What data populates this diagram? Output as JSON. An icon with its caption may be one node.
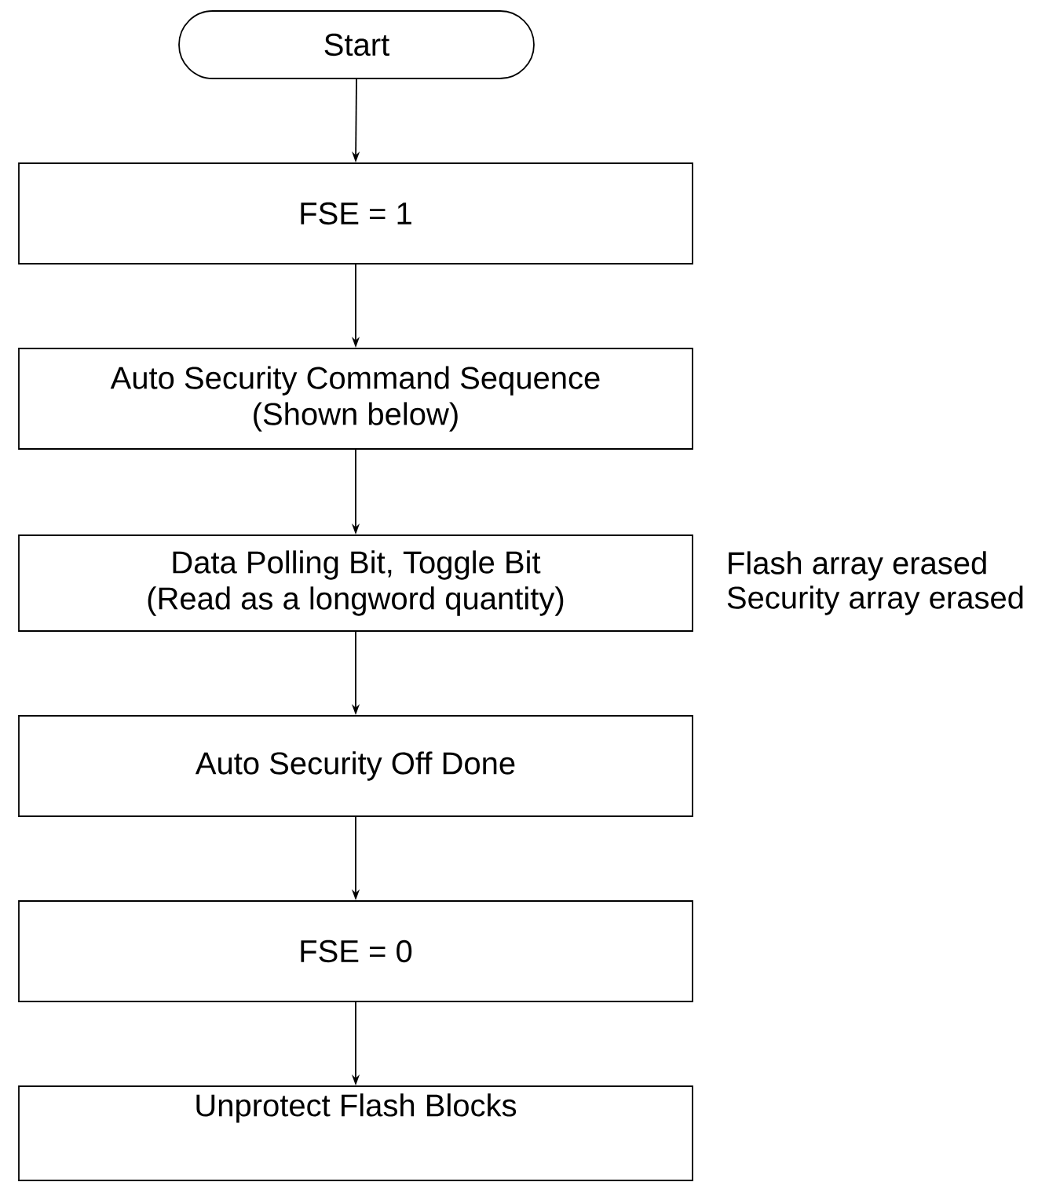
{
  "diagram": {
    "nodes": [
      {
        "text": [
          "Start"
        ]
      },
      {
        "text": [
          "FSE = 1"
        ]
      },
      {
        "text": [
          "Auto Security Command Sequence (Shown below)"
        ]
      },
      {
        "text": [
          "Data Polling Bit, Toggle Bit (Read as a longword quantity)"
        ],
        "beside": [
          "Flash array erased",
          "Security array erased"
        ]
      },
      {
        "text": [
          "Auto Security Off Done"
        ]
      },
      {
        "text": [
          "FSE = 0"
        ]
      },
      {
        "text": [
          "Unprotect Flash Blocks"
        ]
      }
    ],
    "edges": [
      {
        "from": 0,
        "to": 1,
        "arrow": "to"
      },
      {
        "from": 1,
        "to": 2,
        "arrow": "to"
      },
      {
        "from": 2,
        "to": 3,
        "arrow": "to"
      },
      {
        "from": 3,
        "to": 4,
        "arrow": "to"
      },
      {
        "from": 4,
        "to": 5,
        "arrow": "to"
      },
      {
        "from": 5,
        "to": 6,
        "arrow": "to"
      }
    ]
  }
}
